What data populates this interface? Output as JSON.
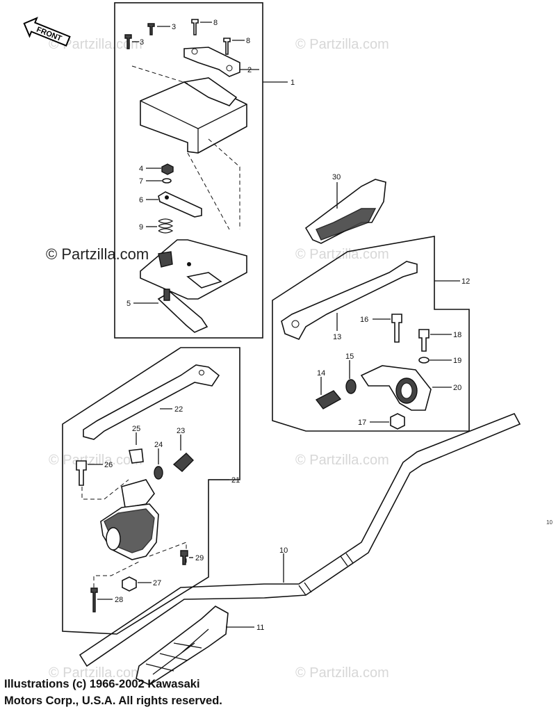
{
  "watermark": {
    "repeated": "© Partzilla.com",
    "main": "© Partzilla.com"
  },
  "front_arrow": {
    "label": "FRONT"
  },
  "callouts": [
    "1",
    "2",
    "3",
    "3",
    "4",
    "5",
    "6",
    "7",
    "8",
    "8",
    "9",
    "10",
    "11",
    "12",
    "13",
    "14",
    "15",
    "16",
    "17",
    "18",
    "19",
    "20",
    "21",
    "22",
    "23",
    "24",
    "25",
    "26",
    "27",
    "28",
    "29",
    "30"
  ],
  "copyright": {
    "line1": "Illustrations (c) 1966-2002 Kawasaki",
    "line2": "Motors Corp., U.S.A.  All rights reserved."
  },
  "side_mark": "10"
}
